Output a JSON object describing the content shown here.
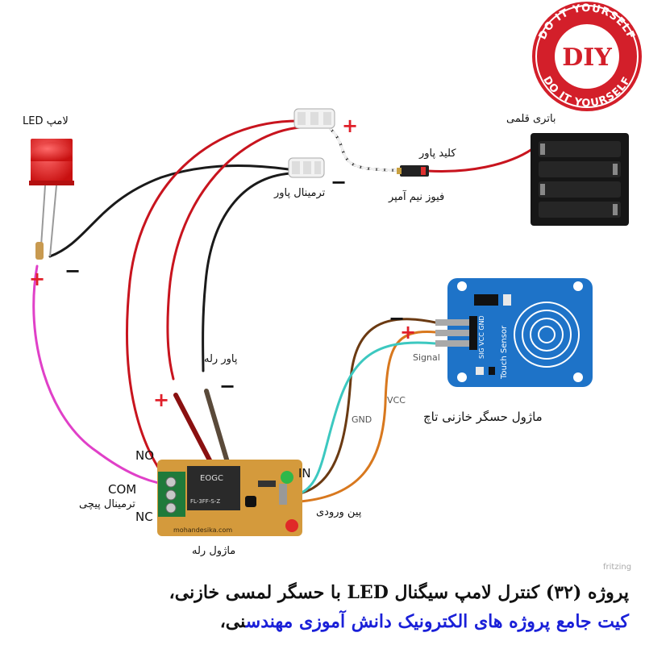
{
  "labels": {
    "led_lamp": "لامپ LED",
    "battery": "باتری قلمی",
    "power_switch": "کلید پاور",
    "fuse": "فیوز نیم آمپر",
    "power_terminal": "ترمینال پاور",
    "relay_power": "پاور رله",
    "touch_module": "ماژول حسگر خازنی تاچ",
    "input_pin": "پین ورودی",
    "relay_module": "ماژول رله",
    "screw_terminal": "ترمینال پیچی",
    "no": "NO",
    "com": "COM",
    "nc": "NC",
    "in": "IN",
    "signal": "Signal",
    "vcc": "VCC",
    "gnd": "GND",
    "fritzing": "fritzing"
  },
  "signs": {
    "plus": "+",
    "minus": "−"
  },
  "board_text": {
    "sensor_pins": "SIG VCC GND",
    "touch_sensor": "Touch Sensor",
    "relay_brand": "EOGC",
    "relay_model": "FL-3FF-S-Z",
    "relay_url": "mohandesika.com"
  },
  "logo": {
    "text": "DIY",
    "ring_text": "DO IT YOURSELF",
    "color": "#d31f2a"
  },
  "caption": {
    "line1": "پروژه (۳۲) کنترل لامپ سیگنال LED با حسگر لمسی خازنی،",
    "line2": "کیت جامع پروژه های الکترونیک دانش آموزی مهندس",
    "line2_tail": "نی،"
  },
  "colors": {
    "wire_red": "#c8141e",
    "wire_black": "#1a1a1a",
    "wire_pink": "#e040c8",
    "wire_brown": "#6b3a12",
    "wire_orange": "#d8781e",
    "wire_cyan": "#3cc8c0",
    "wire_darkred": "#8a1010",
    "pcb_blue": "#1e73c8",
    "relay_pcb": "#d49a3c",
    "accent_blue": "#1a20d8"
  }
}
